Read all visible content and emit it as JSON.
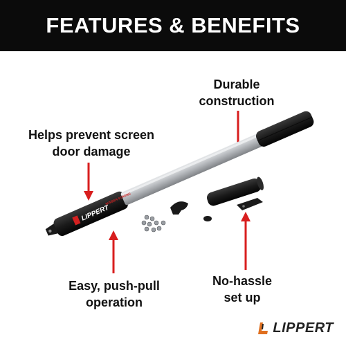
{
  "header": {
    "title": "FEATURES & BENEFITS"
  },
  "callouts": {
    "durable": [
      "Durable",
      "construction"
    ],
    "damage": [
      "Helps prevent screen",
      "door damage"
    ],
    "operation": [
      "Easy, push-pull",
      "operation"
    ],
    "setup": [
      "No-hassle",
      "set up"
    ]
  },
  "product": {
    "handle_text": "LIPPERT",
    "handle_subtext": "SCREEN STRONG"
  },
  "brand": {
    "name": "LIPPERT"
  },
  "colors": {
    "banner": "#0b0b0b",
    "arrow": "#d81e1e",
    "rod_silver": "#b9bcc0",
    "grip_black": "#1a1a1a",
    "handle_text_red": "#d32020"
  },
  "icons": [
    "down-arrow-icon",
    "up-arrow-icon",
    "lippert-logo-icon"
  ]
}
